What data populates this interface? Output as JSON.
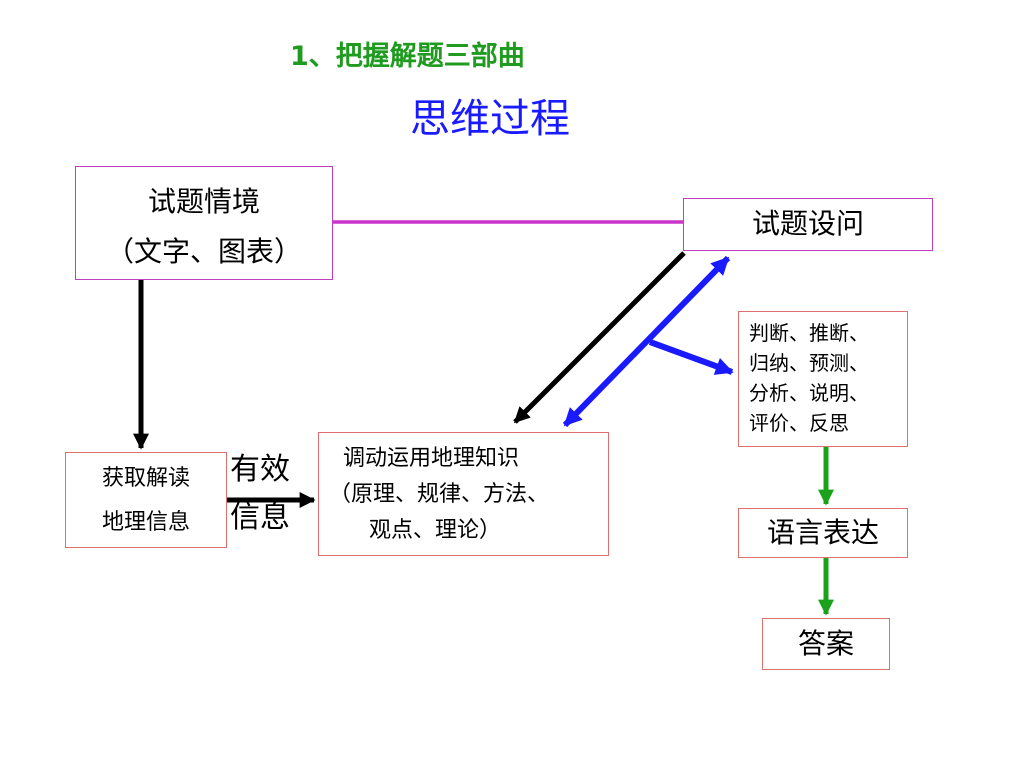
{
  "title": {
    "step_heading": "1、把握解题三部曲",
    "main_heading": "思维过程"
  },
  "boxes": {
    "context": {
      "lines": [
        "试题情境",
        "（文字、图表）"
      ]
    },
    "question": {
      "label": "试题设问"
    },
    "skills": {
      "lines": [
        "判断、推断、",
        "归纳、预测、",
        "分析、说明、",
        "评价、反思"
      ]
    },
    "extract": {
      "lines": [
        "获取解读",
        "地理信息"
      ]
    },
    "knowledge": {
      "lines": [
        "调动运用地理知识",
        "（原理、规律、方法、",
        "观点、理论）"
      ]
    },
    "express": {
      "label": "语言表达"
    },
    "answer": {
      "label": "答案"
    }
  },
  "effective_info": {
    "lines": [
      "有效",
      "信息"
    ]
  },
  "colors": {
    "green_title": "#1f9b1f",
    "blue_title": "#1a1aff",
    "magenta_connector": "#cc33cc",
    "black_arrow": "#000000",
    "blue_arrow": "#1a1aff",
    "green_arrow": "#1aa31a"
  }
}
